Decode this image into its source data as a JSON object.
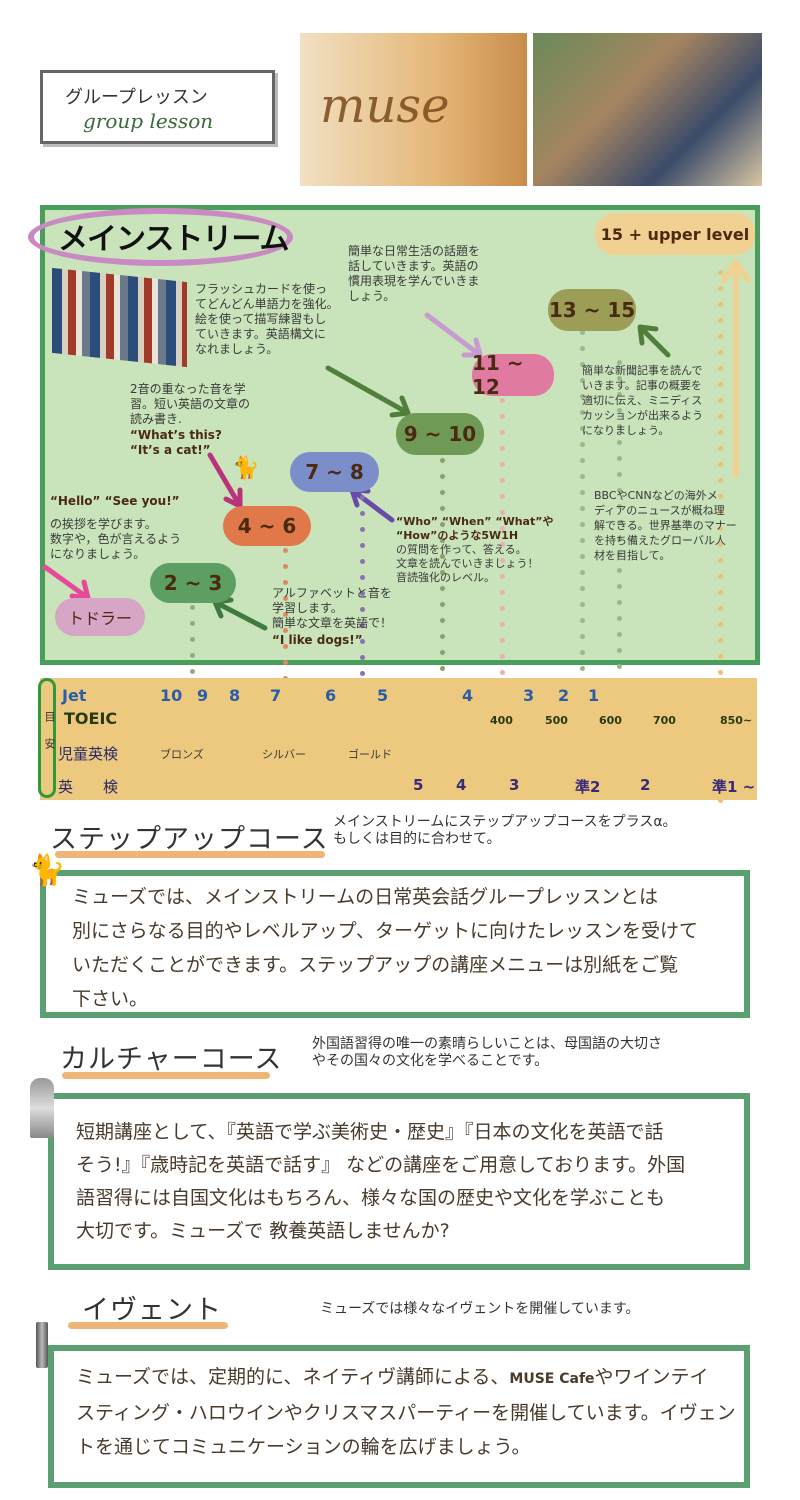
{
  "header": {
    "label_jp": "グループレッスン",
    "label_en": "group lesson",
    "logo_text": "muse"
  },
  "mainstream": {
    "title": "メインストリーム",
    "levels": [
      {
        "label": "トドラー",
        "color": "#d7a6c6"
      },
      {
        "label": "2 ~ 3",
        "color": "#5d9e63"
      },
      {
        "label": "4 ~ 6",
        "color": "#e0784a"
      },
      {
        "label": "7 ~ 8",
        "color": "#7b8ec9"
      },
      {
        "label": "9 ~ 10",
        "color": "#6f9a55"
      },
      {
        "label": "11 ~ 12",
        "color": "#e07aa0"
      },
      {
        "label": "13 ~ 15",
        "color": "#9c9d57"
      },
      {
        "label": "15 + upper level",
        "color": "#f1d192"
      }
    ],
    "notes": {
      "toddler_bold": "“Hello” “See you!”",
      "toddler": "の挨拶を学びます。\n数字や，色が言えるよう\nになりましょう。",
      "age2_3": "アルファベットと音を\n学習します。\n簡単な文章を英語で！",
      "age2_3_bold": "“I like dogs!”",
      "age4_6": "2音の重なった音を学\n習。短い英語の文章の\n読み書き.",
      "age4_6_bold": "“What’s this?\n“It’s a cat!”",
      "age7_8_bold": "“Who” “When” “What”や\n“How”のような5W1H",
      "age7_8": "の質問を作って、答える。\n文章を読んでいきましょう！\n音読強化のレベル。",
      "age9_10": "フラッシュカードを使っ\nてどんどん単語力を強化。\n絵を使って描写練習もし\nていきます。英語構文に\nなれましょう。",
      "age11_12": "簡単な日常生活の話題を\n話していきます。英語の\n慣用表現を学んでいきま\nしょう。",
      "age13_15": "簡単な新聞記事を読んで\nいきます。記事の概要を\n適切に伝え、ミニディス\nカッションが出来るよう\nになりましょう。",
      "upper": "BBCやCNNなどの海外メ\nディアのニュースが概ね理\n解できる。世界基準のマナー\nを持ち備えたグローバル人\n材を目指して。"
    }
  },
  "table": {
    "meyasu": "目安",
    "rows": {
      "jet": "Jet",
      "toeic": "TOEIC",
      "jidou": "児童英検",
      "eiken": "英　　検"
    },
    "jet": [
      "10",
      "9",
      "8",
      "7",
      "6",
      "5",
      "4",
      "3",
      "2",
      "1"
    ],
    "toeic": [
      "400",
      "500",
      "600",
      "700",
      "850~"
    ],
    "jidou": [
      "ブロンズ",
      "シルバー",
      "ゴールド"
    ],
    "eiken": [
      "5",
      "4",
      "3",
      "準2",
      "2",
      "準1 ~"
    ]
  },
  "stepup": {
    "heading": "ステップアップコース",
    "desc": "メインストリームにステップアップコースをプラスα。\nもしくは目的に合わせて。",
    "body": "ミューズでは、メインストリームの日常英会話グループレッスンとは\n別にさらなる目的やレベルアップ、ターゲットに向けたレッスンを受けて\nいただくことができます。ステップアップの講座メニューは別紙をご覧\n下さい。"
  },
  "culture": {
    "heading": "カルチャーコース",
    "desc": "外国語習得の唯一の素晴らしいことは、母国語の大切さ\nやその国々の文化を学べることです。",
    "body": "短期講座として、『英語で学ぶ美術史・歴史』『日本の文化を英語で話\nそう!』『歳時記を英語で話す』 などの講座をご用意しております。外国\n語習得には自国文化はもちろん、様々な国の歴史や文化を学ぶことも\n大切です。ミューズで 教養英語しませんか?"
  },
  "event": {
    "heading": "イヴェント",
    "desc": "ミューズでは様々なイヴェントを開催しています。",
    "body_1": "ミューズでは、定期的に、ネイティヴ講師による、",
    "body_brand": "MUSE Cafe",
    "body_2": "やワインテイ\nスティング・ハロウインやクリスマスパーティーを開催しています。イヴェン\nトを通じてコミュニケーションの輪を広げましょう。"
  }
}
